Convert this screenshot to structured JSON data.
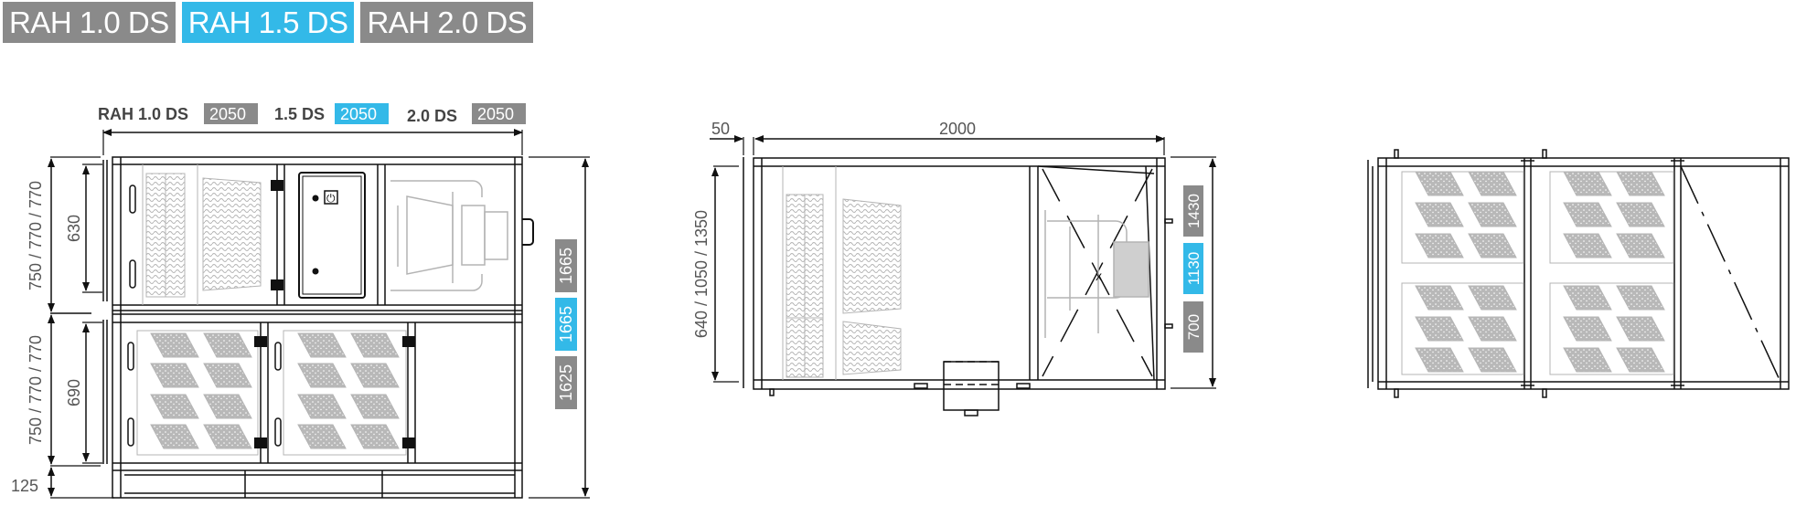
{
  "tabs": [
    {
      "label": "RAH 1.0 DS",
      "active": false
    },
    {
      "label": "RAH 1.5 DS",
      "active": true
    },
    {
      "label": "RAH 2.0 DS",
      "active": false
    }
  ],
  "colors": {
    "grey_badge": "#8a8a8a",
    "accent_badge": "#33b9e8",
    "line": "#111111",
    "component": "#b4b4b4",
    "dim_text": "#555555"
  },
  "front_view": {
    "width_header": {
      "models": [
        {
          "label": "RAH 1.0 DS",
          "value": "2050",
          "accent": false
        },
        {
          "label": "1.5 DS",
          "value": "2050",
          "accent": true
        },
        {
          "label": "2.0 DS",
          "value": "2050",
          "accent": false
        }
      ]
    },
    "upper_height": "750 / 770 / 770",
    "upper_inner": "630",
    "lower_height": "750 / 770 / 770",
    "lower_inner": "690",
    "base_height": "125",
    "total_heights": [
      {
        "value": "1665",
        "accent": false
      },
      {
        "value": "1665",
        "accent": true
      },
      {
        "value": "1625",
        "accent": false
      }
    ]
  },
  "side_view": {
    "flange": "50",
    "length": "2000",
    "height": "640 / 1050 / 1350",
    "fan_heights": [
      {
        "value": "1430",
        "accent": false
      },
      {
        "value": "1130",
        "accent": true
      },
      {
        "value": "700",
        "accent": false
      }
    ]
  },
  "top_view": {}
}
